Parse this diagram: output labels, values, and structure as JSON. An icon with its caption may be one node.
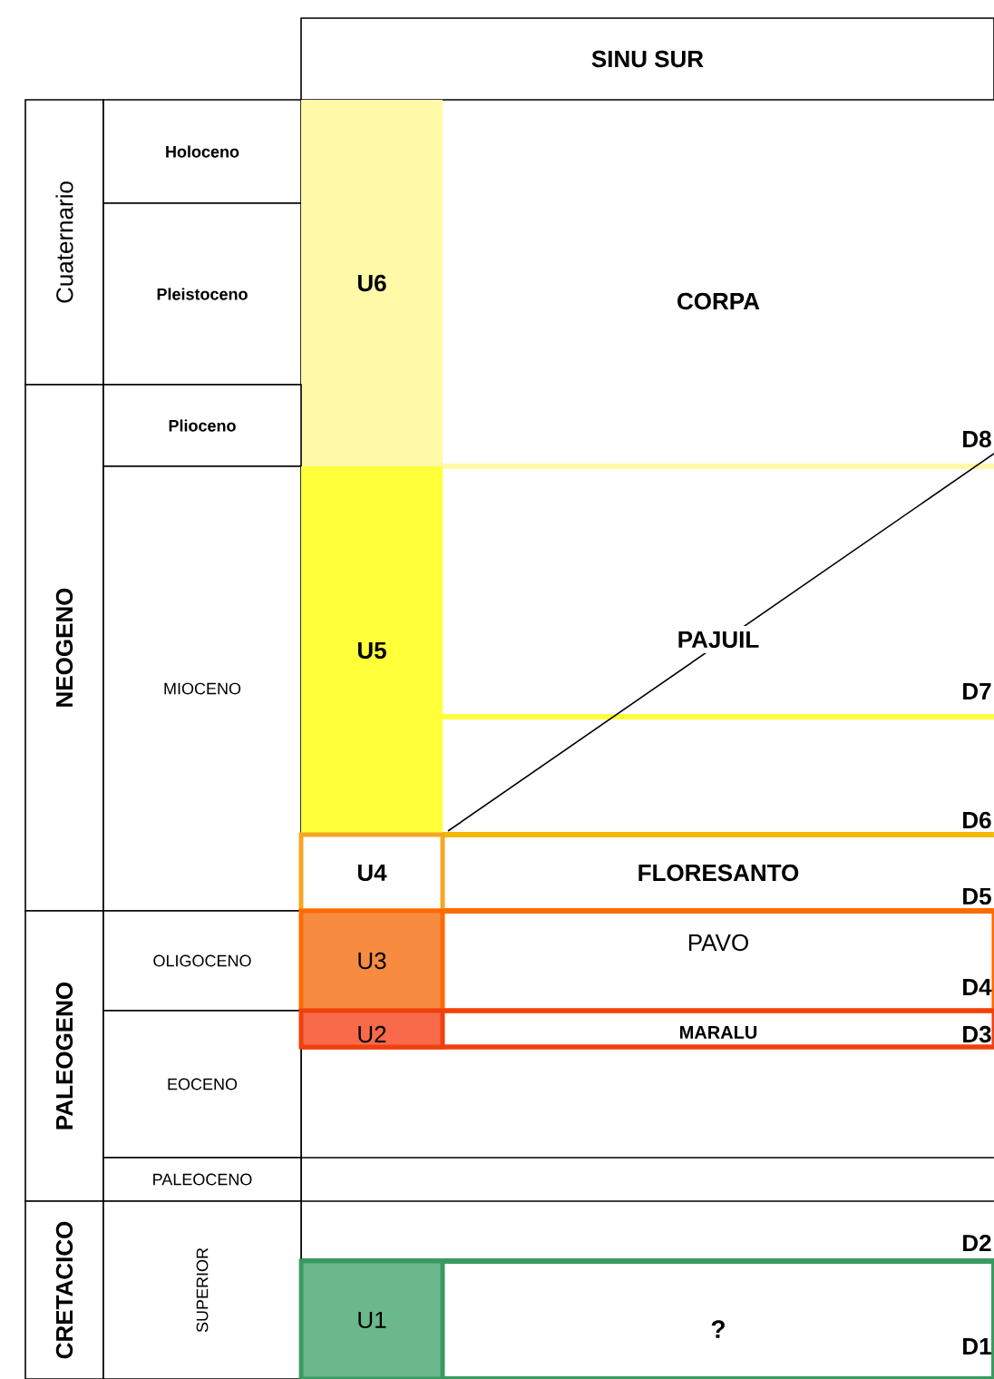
{
  "diagram": {
    "nodes": [
      {
        "text": [
          "SINU SUR"
        ]
      },
      {
        "text": [
          "Cuaternario"
        ]
      },
      {
        "text": [
          "Holoceno"
        ]
      },
      {
        "text": [
          "Pleistoceno"
        ]
      },
      {
        "text": [
          "U6"
        ]
      },
      {
        "text": [
          "CORPA"
        ]
      },
      {
        "text": [
          "NEOGENO"
        ]
      },
      {
        "text": [
          "Plioceno"
        ]
      },
      {
        "text": [
          "MIOCENO"
        ]
      },
      {
        "text": [
          "U5"
        ]
      },
      {
        "text": [
          "PAJUIL"
        ]
      },
      {
        "text": [
          "U4"
        ]
      },
      {
        "text": [
          "FLORESANTO"
        ]
      },
      {
        "text": [
          "PALEOGENO"
        ]
      },
      {
        "text": [
          "OLIGOCENO"
        ]
      },
      {
        "text": [
          "U3"
        ]
      },
      {
        "text": [
          "PAVO"
        ]
      },
      {
        "text": [
          "EOCENO"
        ]
      },
      {
        "text": [
          "U2"
        ]
      },
      {
        "text": [
          "MARALU"
        ]
      },
      {
        "text": [
          "PALEOCENO"
        ]
      },
      {
        "text": [
          "CRETACICO"
        ]
      },
      {
        "text": [
          "SUPERIOR"
        ]
      },
      {
        "text": [
          "U1"
        ]
      },
      {
        "text": [
          "?"
        ]
      }
    ],
    "labels": [
      "D8",
      "D7",
      "D6",
      "D5",
      "D4",
      "D3",
      "D2",
      "D1"
    ]
  }
}
